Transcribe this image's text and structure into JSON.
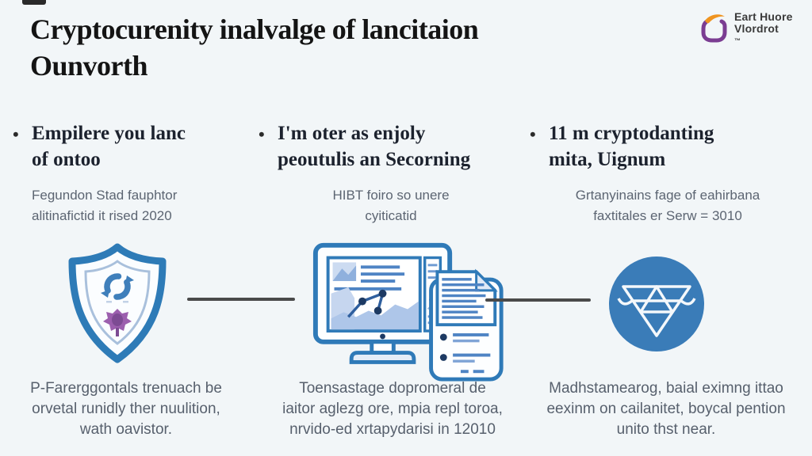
{
  "header": {
    "title_line1": "Cryptocurenity inalvalge of lancitaion",
    "title_line2": "Ounvorth",
    "logo": {
      "name_line1": "Eart Huore",
      "name_line2": "Vlordrot",
      "trademark": "™",
      "icon": "brand-logo-icon"
    }
  },
  "columns": [
    {
      "bullet": "•",
      "heading_line1": "Empilere you lanc",
      "heading_line2": "of ontoo",
      "subtext_line1": "Fegundon Stad fauphtor",
      "subtext_line2": "alitinafictid it rised 2020",
      "icon": "shield-refresh-icon",
      "footer_line1": "P-Farerggontals trenuach be",
      "footer_line2": "orvetal runidly ther nuulition,",
      "footer_line3": "wath oavistor."
    },
    {
      "bullet": "•",
      "heading_line1": "I'm oter as enjoly",
      "heading_line2": "peoutulis an Secorning",
      "subtext_line1": "HIBT foiro so unere",
      "subtext_line2": "cyiticatid",
      "icon": "analytics-monitor-document-icon",
      "footer_line1": "Toensastage dopromeral de",
      "footer_line2": "iaitor aglezg ore, mpia repl toroa,",
      "footer_line3": "nrvido-ed xrtapydarisi in 12010"
    },
    {
      "bullet": "•",
      "heading_line1": "11 m cryptodanting",
      "heading_line2": "mita, Uignum",
      "subtext_line1": "Grtanyinains fage of eahirbana",
      "subtext_line2": "faxtitales er Serw = 3010",
      "icon": "token-triangle-circle-icon",
      "footer_line1": "Madhstamearog, baial eximng ittao",
      "footer_line2": "eexinm on cailanitet, boycal pention",
      "footer_line3": "unito thst near."
    }
  ],
  "colors": {
    "background": "#f2f6f8",
    "accent_blue": "#2e7bb7",
    "light_blue_fill": "#b9cdea",
    "dark_navy": "#1d3a63",
    "purple": "#9c5fae",
    "orange": "#ef9420",
    "connector_gray": "#4a4a4a",
    "text_dark": "#1c222e",
    "text_gray": "#5c6572"
  }
}
